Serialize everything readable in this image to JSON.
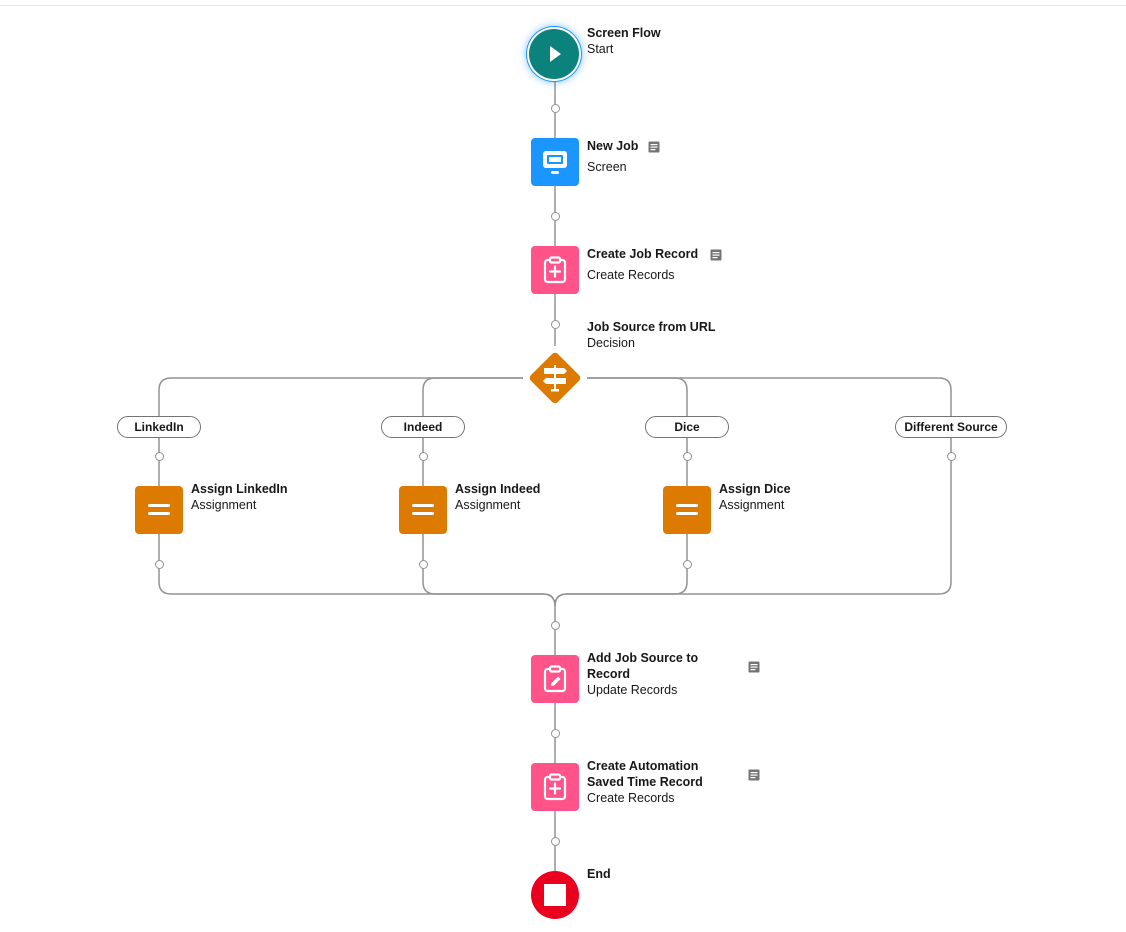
{
  "flow": {
    "start": {
      "title": "Screen Flow",
      "subtitle": "Start",
      "icon": "play-icon"
    },
    "new_job": {
      "title": "New Job",
      "subtitle": "Screen",
      "icon": "screen-icon"
    },
    "create_job_record": {
      "title": "Create Job Record",
      "subtitle": "Create Records",
      "icon": "create-record-icon"
    },
    "decision": {
      "title": "Job Source from URL",
      "subtitle": "Decision",
      "icon": "signpost-icon"
    },
    "outcomes": [
      "LinkedIn",
      "Indeed",
      "Dice",
      "Different Source"
    ],
    "assignments": [
      {
        "title": "Assign LinkedIn",
        "subtitle": "Assignment"
      },
      {
        "title": "Assign Indeed",
        "subtitle": "Assignment"
      },
      {
        "title": "Assign Dice",
        "subtitle": "Assignment"
      }
    ],
    "add_job_source": {
      "title": "Add Job Source to Record",
      "subtitle": "Update Records",
      "icon": "update-record-icon"
    },
    "create_automation": {
      "title": "Create Automation Saved Time Record",
      "subtitle": "Create Records",
      "icon": "create-record-icon"
    },
    "end": {
      "title": "End",
      "icon": "stop-icon"
    }
  },
  "colors": {
    "start": "#0b827c",
    "screen": "#1b96ff",
    "record": "#ff538a",
    "assignment": "#dd7a01",
    "decision": "#dd7a01",
    "end": "#ea001e",
    "connector": "#939393"
  }
}
